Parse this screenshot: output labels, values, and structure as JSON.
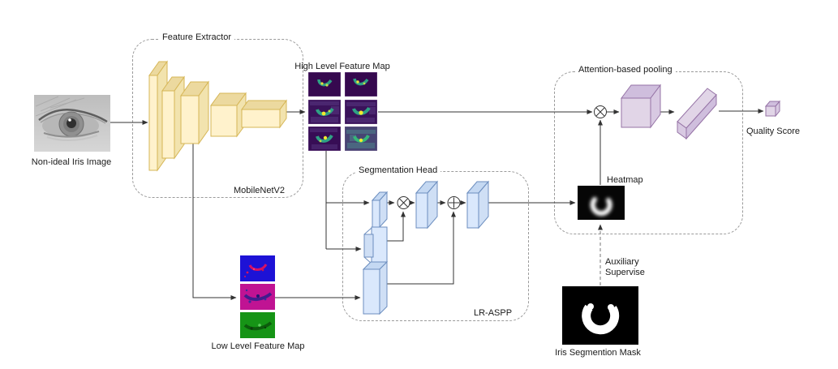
{
  "labels": {
    "input_image": "Non-ideal Iris Image",
    "feature_extractor": "Feature Extractor",
    "backbone": "MobileNetV2",
    "high_level_fm": "High Level Feature Map",
    "low_level_fm": "Low Level Feature Map",
    "segmentation_head": "Segmentation Head",
    "lr_aspp": "LR-ASPP",
    "attention_pooling": "Attention-based pooling",
    "heatmap": "Heatmap",
    "auxiliary_line1": "Auxiliary",
    "auxiliary_line2": "Supervise",
    "iris_mask": "Iris Segmention Mask",
    "quality_score": "Quality Score"
  },
  "icons": {
    "multiply_operator": "⊗",
    "add_operator": "⊕"
  },
  "colors": {
    "extractor_block_fill": "#fff2cc",
    "extractor_block_stroke": "#d6b656",
    "seg_block_fill": "#dae8fc",
    "seg_block_stroke": "#6c8ebf",
    "pool_block_fill": "#e1d5e7",
    "pool_block_stroke": "#9673a6",
    "connector": "#333333",
    "dashed_box_border": "#9a9a9a"
  }
}
